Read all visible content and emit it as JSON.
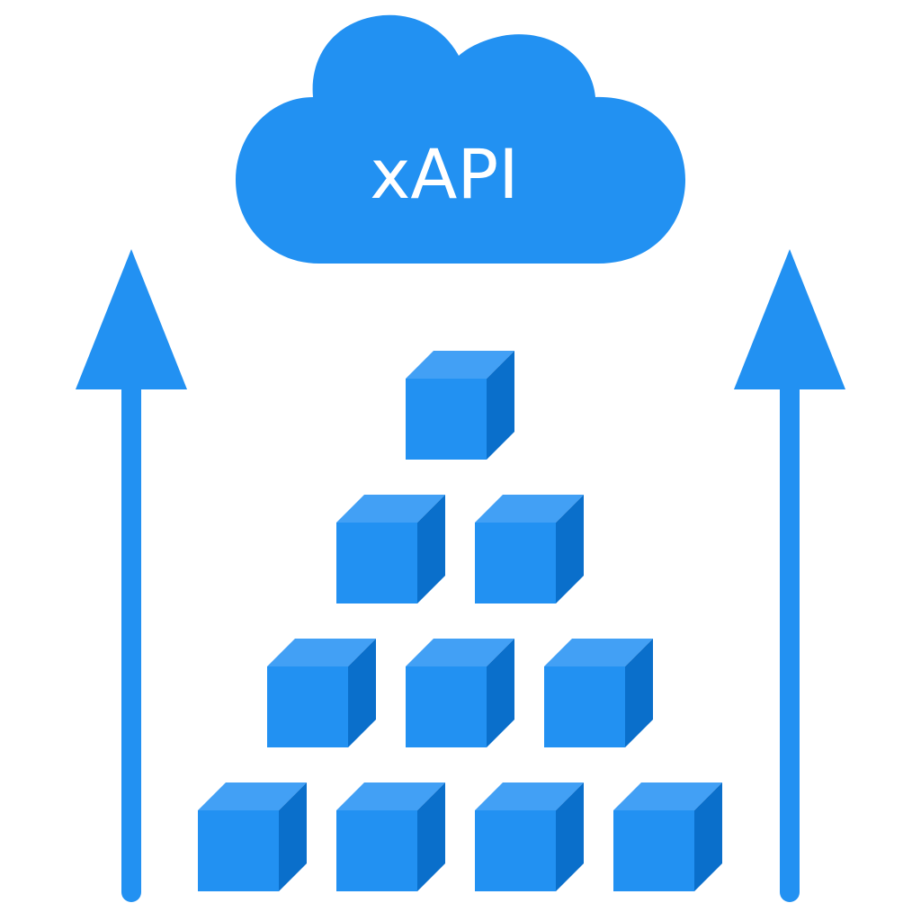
{
  "cloud": {
    "label": "xAPI",
    "icon": "cloud-icon"
  },
  "arrows": [
    {
      "id": "left",
      "icon": "up-arrow-icon"
    },
    {
      "id": "right",
      "icon": "up-arrow-icon"
    }
  ],
  "pyramid": {
    "icon": "cube-icon",
    "rows": [
      1,
      2,
      3,
      4
    ]
  },
  "colors": {
    "background": "#ffffff",
    "primary": "#2291f2",
    "cube_front": "#2291f2",
    "cube_top": "#42a0f5",
    "cube_side": "#0a6fcb",
    "cloud_text": "#ffffff"
  }
}
